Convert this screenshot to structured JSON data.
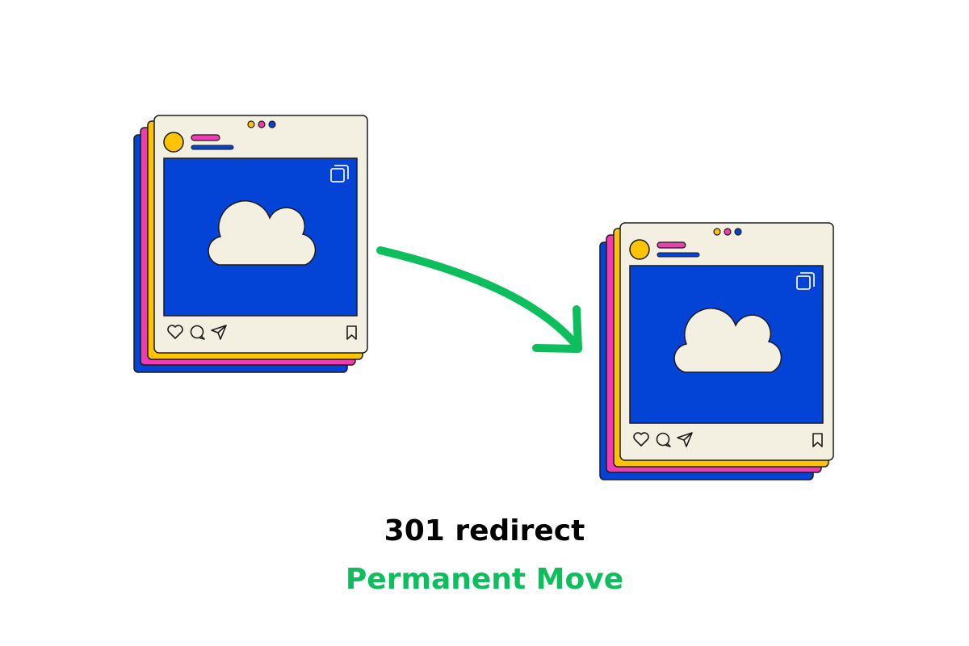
{
  "caption": {
    "title": "301 redirect",
    "subtitle": "Permanent Move"
  },
  "colors": {
    "outline": "#1b1b1b",
    "card": "#f3efe1",
    "photo": "#0343d6",
    "cloud": "#f3efe1",
    "yellow": "#fec401",
    "magenta": "#f03cb4",
    "blue": "#0343d6",
    "arrow": "#0dbf5c",
    "subtitle": "#0dbf5c"
  },
  "icons": {
    "window_dots": "three-dots",
    "avatar": "avatar-circle",
    "gallery": "multiple-images-icon",
    "photo": "cloud-icon",
    "actions": [
      "heart-icon",
      "comment-icon",
      "send-icon"
    ],
    "save": "bookmark-icon",
    "connector": "curved-arrow"
  }
}
